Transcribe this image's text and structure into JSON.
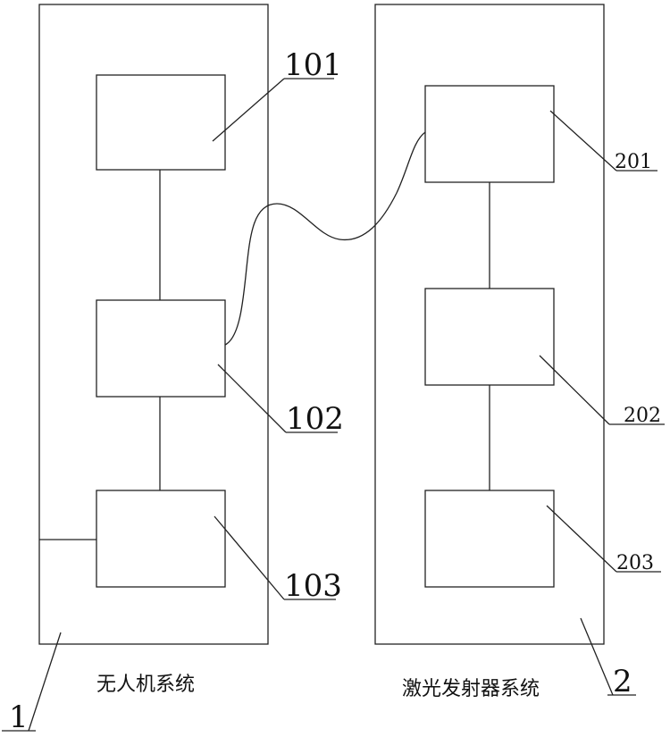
{
  "labels": {
    "sys1_num": "1",
    "sys2_num": "2",
    "b101": "101",
    "b102": "102",
    "b103": "103",
    "b201": "201",
    "b202": "202",
    "b203": "203"
  },
  "captions": {
    "sys1": "无人机系统",
    "sys2": "激光发射器系统"
  }
}
